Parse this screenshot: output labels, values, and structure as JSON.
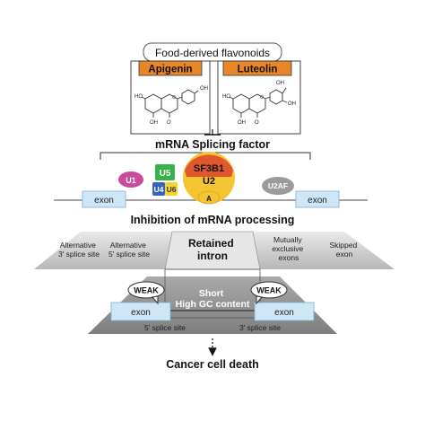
{
  "header": {
    "title": "Food-derived flavonoids",
    "compound_left": "Apigenin",
    "compound_right": "Luteolin"
  },
  "molecule_labels": {
    "apigenin": {
      "oh_top": "OH",
      "oh_left": "HO",
      "oh_bottom": "OH",
      "o_bottom": "O",
      "o_ring": "O"
    },
    "luteolin": {
      "oh_top": "OH",
      "oh_right": "OH",
      "oh_left": "HO",
      "oh_bottom": "OH",
      "o_bottom": "O",
      "o_ring": "O"
    }
  },
  "splicing": {
    "title": "mRNA Splicing factor",
    "exon_left": "exon",
    "exon_right": "exon",
    "u1": "U1",
    "u5": "U5",
    "u4": "U4",
    "u6": "U6",
    "sf3b1": "SF3B1",
    "u2": "U2",
    "branch_a": "A",
    "u2af": "U2AF"
  },
  "inhibition_title": "Inhibition of  mRNA processing",
  "events": {
    "alt3": "Alternative\n3' splice site",
    "alt5": "Alternative\n5' splice site",
    "retained": "Retained\nintron",
    "mutex": "Mutually\nexclusive\nexons",
    "skipped": "Skipped\nexon"
  },
  "intron_detail": {
    "weak_left": "WEAK",
    "weak_right": "WEAK",
    "intron_text": "Short\nHigh GC content",
    "exon_left": "exon",
    "exon_right": "exon",
    "splice5": "5' splice site",
    "splice3": "3' splice site"
  },
  "outcome": "Cancer cell death",
  "colors": {
    "orange": "#e8862a",
    "u1_pink": "#cc4a9b",
    "u5_green": "#37b34a",
    "u4_blue": "#3a63b8",
    "u6_yellow": "#f2d534",
    "sf3b1_red": "#e0572d",
    "u2_yellow": "#f4c431",
    "u2af_gray": "#9b9b9b",
    "exon_blue": "#cfe6f7",
    "gray_band": "#c8c8c8",
    "gray_dark": "#8f8f8f"
  }
}
